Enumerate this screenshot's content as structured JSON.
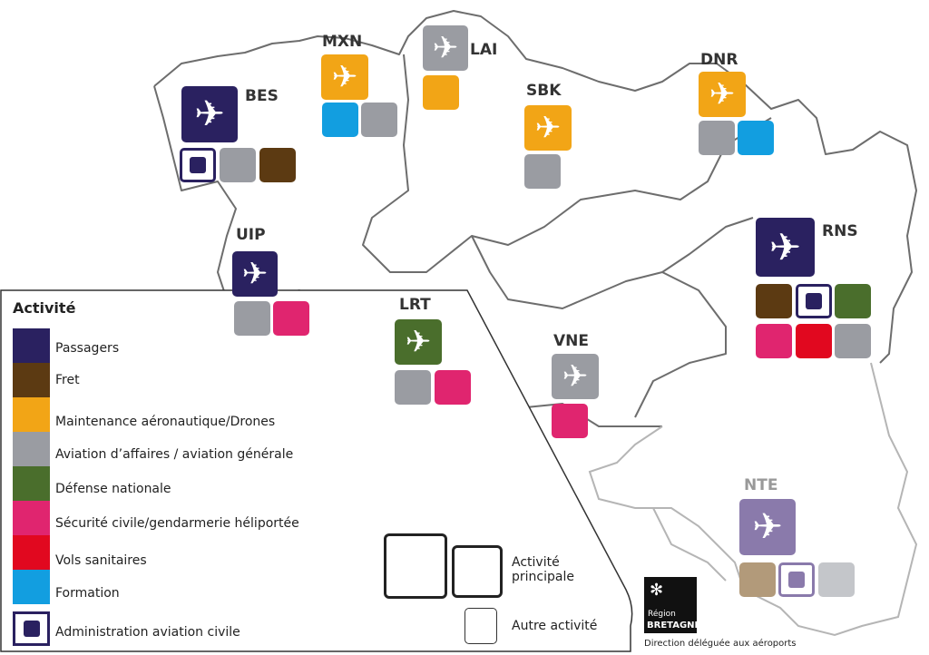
{
  "colors": {
    "passagers": "#2a2160",
    "fret": "#5c3a12",
    "maintenance": "#f2a516",
    "aviation_generale": "#9a9ca2",
    "defense": "#4a6e2c",
    "securite": "#e0256f",
    "sanitaires": "#e1081f",
    "formation": "#129ee0",
    "nte_main": "#8a7aab",
    "nte_fret": "#b29a7a",
    "nte_gray": "#c4c6ca"
  },
  "airports": [
    {
      "code": "BES",
      "main": "Passagers",
      "others": [
        "Administration aviation civile",
        "Aviation d’affaires / aviation générale",
        "Fret"
      ]
    },
    {
      "code": "MXN",
      "main": "Maintenance aéronautique/Drones",
      "others": [
        "Formation",
        "Aviation d’affaires / aviation générale"
      ]
    },
    {
      "code": "LAI",
      "main": "Aviation d’affaires / aviation générale",
      "others": [
        "Maintenance aéronautique/Drones"
      ]
    },
    {
      "code": "SBK",
      "main": "Maintenance aéronautique/Drones",
      "others": [
        "Aviation d’affaires / aviation générale"
      ]
    },
    {
      "code": "DNR",
      "main": "Maintenance aéronautique/Drones",
      "others": [
        "Aviation d’affaires / aviation générale",
        "Formation"
      ]
    },
    {
      "code": "UIP",
      "main": "Passagers",
      "others": [
        "Aviation d’affaires / aviation générale",
        "Sécurité civile/gendarmerie héliportée"
      ]
    },
    {
      "code": "LRT",
      "main": "Défense nationale",
      "others": [
        "Aviation d’affaires / aviation générale",
        "Sécurité civile/gendarmerie héliportée"
      ]
    },
    {
      "code": "VNE",
      "main": "Aviation d’affaires / aviation générale",
      "others": [
        "Sécurité civile/gendarmerie héliportée"
      ]
    },
    {
      "code": "RNS",
      "main": "Passagers",
      "others": [
        "Fret",
        "Administration aviation civile",
        "Défense nationale",
        "Sécurité civile/gendarmerie héliportée",
        "Vols sanitaires",
        "Aviation d’affaires / aviation générale"
      ]
    },
    {
      "code": "NTE",
      "main": "Passagers",
      "others": [
        "Fret",
        "Administration aviation civile",
        "Aviation d’affaires / aviation générale"
      ]
    }
  ],
  "legend": {
    "title": "Activité",
    "items": [
      {
        "label": "Passagers",
        "color": "#2a2160"
      },
      {
        "label": "Fret",
        "color": "#5c3a12"
      },
      {
        "label": "Maintenance aéronautique/Drones",
        "color": "#f2a516"
      },
      {
        "label": "Aviation d’affaires / aviation générale",
        "color": "#9a9ca2"
      },
      {
        "label": "Défense nationale",
        "color": "#4a6e2c"
      },
      {
        "label": "Sécurité civile/gendarmerie héliportée",
        "color": "#e0256f"
      },
      {
        "label": "Vols sanitaires",
        "color": "#e1081f"
      },
      {
        "label": "Formation",
        "color": "#129ee0"
      },
      {
        "label": "Administration aviation civile",
        "color": "#2a2160"
      }
    ],
    "main_activity": "Activité principale",
    "other_activity": "Autre activité"
  },
  "logo": {
    "line1": "Région",
    "line2": "BRETAGNE"
  },
  "footer": "Direction déléguée aux aéroports"
}
